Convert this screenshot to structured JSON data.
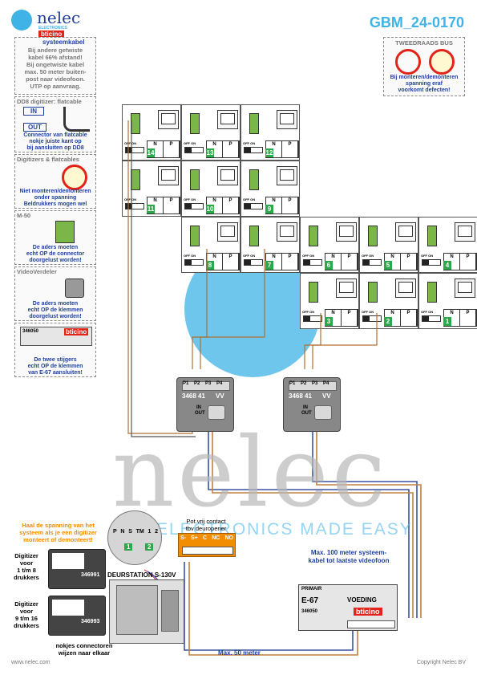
{
  "header": {
    "brand": "nelec",
    "brand_tagline": "ELECTRONICS",
    "partner": "bticino",
    "doc_code": "GBM_24-0170"
  },
  "left_panel": {
    "cable_box": {
      "title": "systeemkabel",
      "lines": [
        "Bij andere getwiste",
        "kabel 66% afstand!",
        "Bij ongetwiste kabel",
        "max. 50 meter buiten-",
        "post naar videofoon.",
        "UTP op aanvraag."
      ]
    },
    "dd8_box": {
      "title": "DD8 digitizer: flatcable",
      "in_label": "IN",
      "out_label": "OUT",
      "lines": [
        "Connector van flatcable",
        "nokje juiste kant op",
        "bij aansluiten op DD8"
      ]
    },
    "flatcable_box": {
      "title": "Digitizers & flatcables",
      "lines": [
        "Niet monteren/demonteren",
        "onder spanning",
        "Beldrukkers mogen wel"
      ]
    },
    "m50_box": {
      "title": "M-50",
      "lines": [
        "De aders moeten",
        "echt OP de connector",
        "doorgelust worden!"
      ]
    },
    "vv_box": {
      "title": "VideoVerdeler",
      "lines": [
        "De aders moeten",
        "echt OP de klemmen",
        "doorgelust worden!"
      ]
    },
    "e67_box": {
      "model": "346050",
      "brand": "bticino",
      "lines": [
        "De twee stijgers",
        "echt OP de klemmen",
        "van E-67 aansluiten!"
      ]
    }
  },
  "warning_box": {
    "title": "TWEEDRAADS BUS",
    "lines": [
      "Bij monteren/demonteren",
      "spanning eraf",
      "voorkomt defecten!"
    ],
    "accent": "#e2231a"
  },
  "videophones": {
    "labels": {
      "n": "N",
      "p": "P",
      "offon": "OFF ON"
    },
    "numbers": [
      "14",
      "13",
      "12",
      "11",
      "10",
      "9",
      "8",
      "7",
      "6",
      "5",
      "4",
      "3",
      "2",
      "1"
    ]
  },
  "distributors": [
    {
      "ports": [
        "P1",
        "P2",
        "P3",
        "P4"
      ],
      "model": "3468 41",
      "vv": "VV",
      "in": "IN",
      "out": "OUT"
    },
    {
      "ports": [
        "P1",
        "P2",
        "P3",
        "P4"
      ],
      "model": "3468 41",
      "vv": "VV",
      "in": "IN",
      "out": "OUT"
    }
  ],
  "watermark": {
    "big": "nelec",
    "slogan": "ELECTRONICS MADE EASY"
  },
  "bottom": {
    "power_note": [
      "Haal de spanning van het",
      "systeem als je een digitizer",
      "monteert of demonteert!"
    ],
    "digitizer1": {
      "label": [
        "Digitizer",
        "voor",
        "1 t/m 8",
        "drukkers"
      ],
      "model": "346991"
    },
    "digitizer2": {
      "label": [
        "Digitizer",
        "voor",
        "9 t/m 16",
        "drukkers"
      ],
      "model": "346993"
    },
    "station_title": "DEURSTATION S-130V",
    "terminal_labels": [
      "P",
      "N",
      "S",
      "TM",
      "1",
      "2"
    ],
    "terminal_nums": [
      "1",
      "2"
    ],
    "contact_title": [
      "Pot.vrij contact",
      "tbv deuropener"
    ],
    "contact_terms": [
      "S-",
      "S+",
      "C",
      "NC",
      "NO"
    ],
    "notch_note": [
      "nokjes connectoren",
      "wijzen naar elkaar"
    ],
    "max_system": [
      "Max. 100 meter systeem-",
      "kabel tot laatste videofoon"
    ],
    "max_50": "Max. 50 meter",
    "psu": {
      "primair": "PRIMAIR",
      "model": "E-67",
      "voeding": "VOEDING",
      "code": "346050",
      "brand": "bticino"
    },
    "footer_left": "www.nelec.com",
    "footer_right": "Copyright Nelec BV"
  },
  "colors": {
    "blue": "#1f3f9f",
    "orange": "#f28c00",
    "red": "#e2231a",
    "green": "#2aa84a",
    "bticino_red": "#e2231a"
  }
}
